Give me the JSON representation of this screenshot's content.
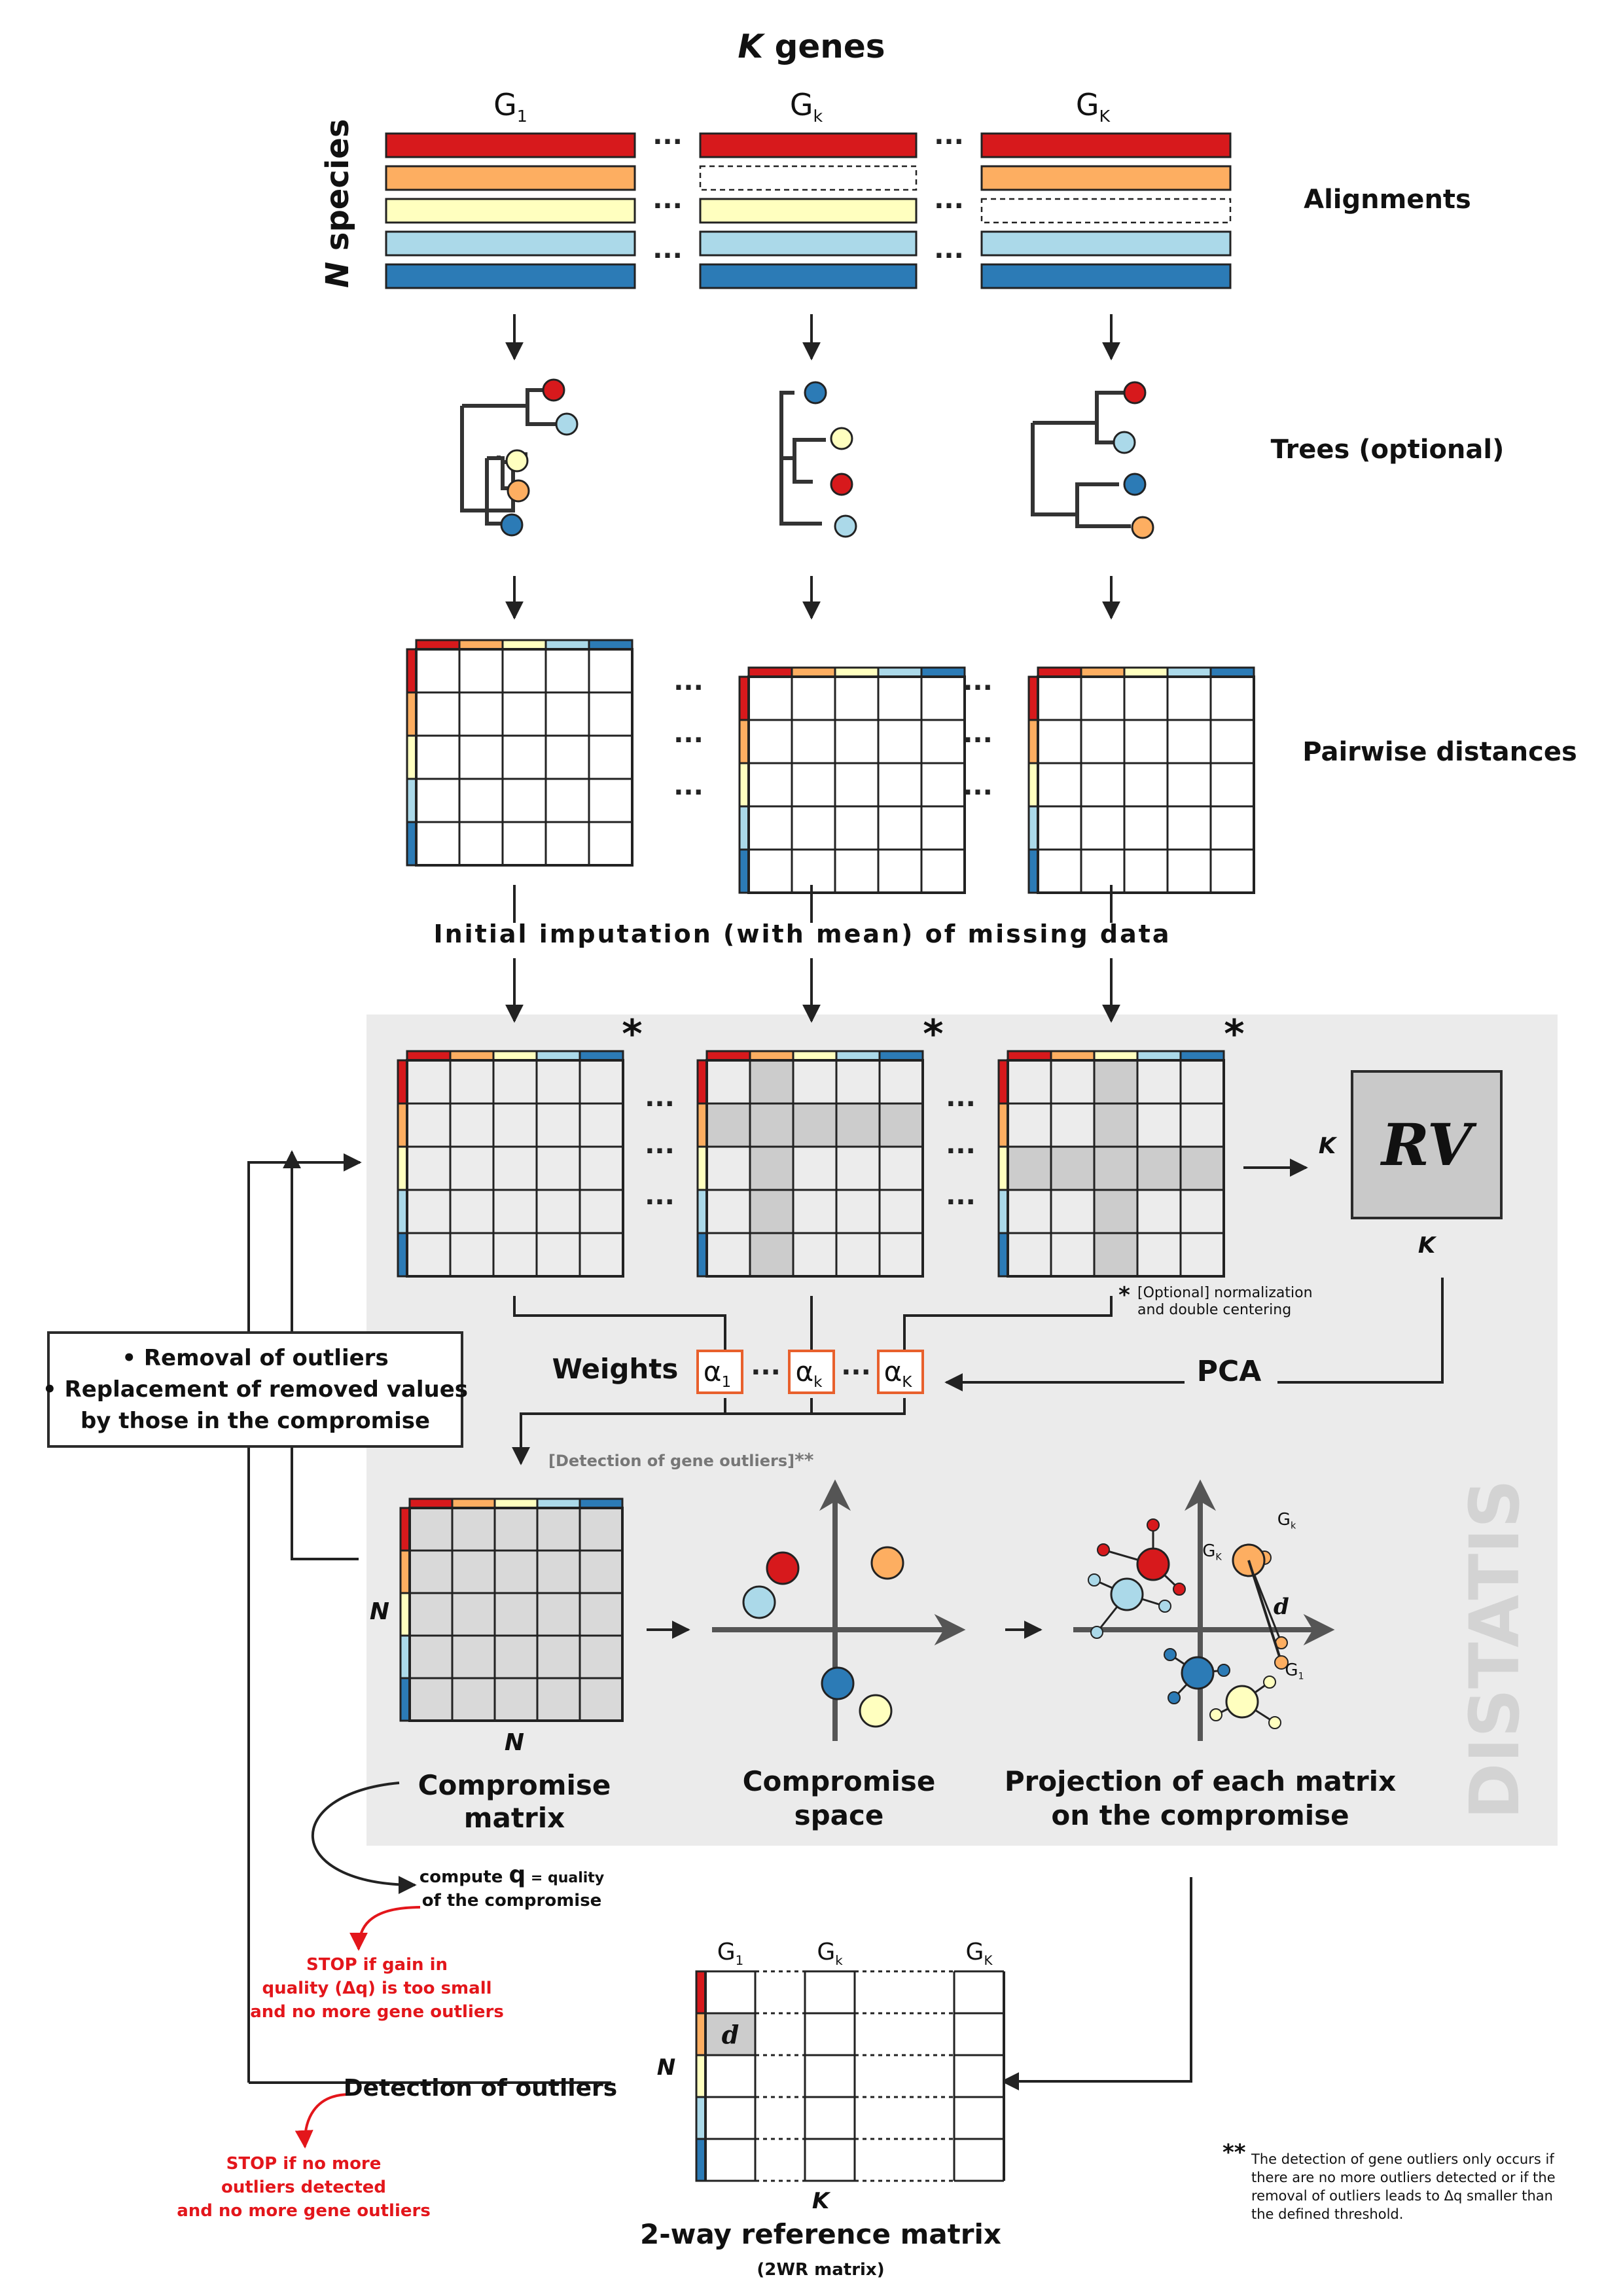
{
  "title_var": "K",
  "title_rest": " genes",
  "gene_cols": [
    {
      "base": "G",
      "sub": "1"
    },
    {
      "base": "G",
      "sub": "k"
    },
    {
      "base": "G",
      "sub": "K"
    }
  ],
  "species_var": "N",
  "species_word": " species",
  "ellipsis": "···",
  "star": "*",
  "colors": {
    "red": "#d7191c",
    "orange": "#fdae61",
    "yellow": "#ffffbf",
    "lightblue": "#abd9e9",
    "blue": "#2c7bb6",
    "panel": "#ebebeb",
    "grey_cell": "#cccccc",
    "alert": "#e3161b",
    "weight_box": "#e8602c",
    "line": "#2b2b2b"
  },
  "labels": {
    "alignments": "Alignments",
    "trees": "Trees (optional)",
    "pairwise": "Pairwise distances",
    "imputation": "Initial imputation (with mean) of missing data",
    "rv": "RV",
    "rv_k": "K",
    "normalization_star": "*",
    "normalization_1": "[Optional] normalization",
    "normalization_2": "and double centering",
    "weights": "Weights",
    "alpha": "α",
    "alpha_subs": [
      "1",
      "k",
      "K"
    ],
    "pca": "PCA",
    "outliers_box": [
      "• Removal of outliers",
      "• Replacement of removed values",
      "by those in the compromise"
    ],
    "gene_outlier_detect": "[Detection of  gene outliers]",
    "double_star": "**",
    "n_label": "N",
    "compromise_matrix": [
      "Compromise",
      "matrix"
    ],
    "compromise_space": [
      "Compromise",
      "space"
    ],
    "projection": [
      "Projection of each matrix",
      "on the compromise"
    ],
    "distatis": "DISTATIS",
    "d": "d",
    "proj_gk": "G",
    "proj_gk_sub": "K",
    "proj_gk2": "G",
    "proj_gk2_sub": "k",
    "proj_g1": "G",
    "proj_g1_sub": "1",
    "compute_pre": "compute ",
    "compute_q": "q",
    "compute_post": " = quality",
    "compute_line2": "of the compromise",
    "stop1": [
      "STOP if gain in",
      "quality (Δq) is too small",
      "and no more gene outliers"
    ],
    "detection_outliers": "Detection of outliers",
    "stop2": [
      "STOP if no more",
      "outliers detected",
      "and no more gene outliers"
    ],
    "twoway_title": "2-way reference matrix",
    "twoway_sub": "(2WR matrix)",
    "footnote_star": "**",
    "footnote": [
      "The detection of gene outliers only occurs if",
      "there are no more outliers detected or if the",
      "removal of outliers leads to Δq smaller than",
      "the defined threshold."
    ]
  }
}
